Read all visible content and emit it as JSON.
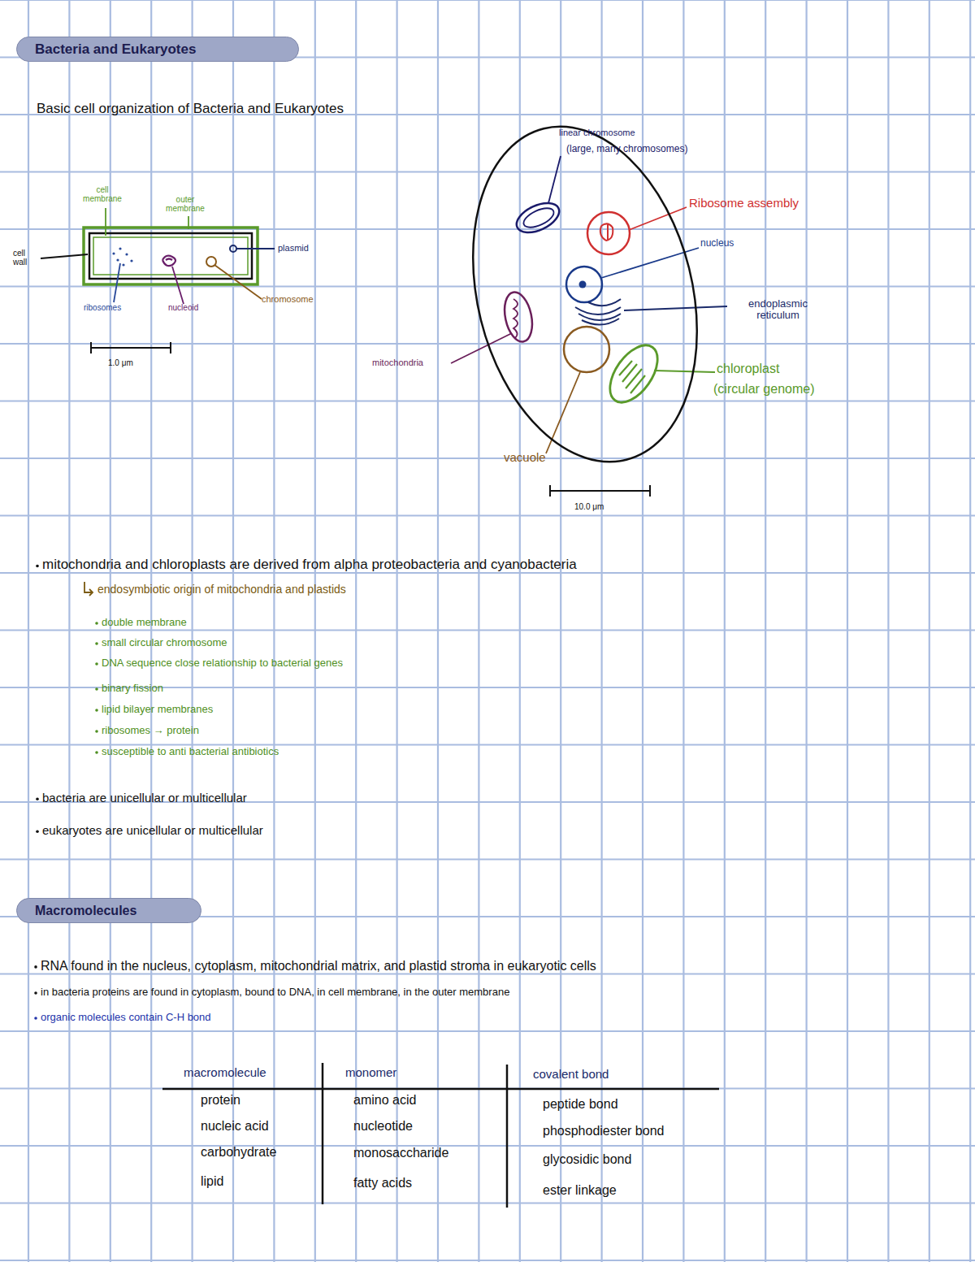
{
  "diagram": {
    "title": "Bacteria and Eukaryotes",
    "nodes": [
      {
        "text": [
          "Bacteria and Eukaryotes"
        ]
      },
      {
        "text": [
          "Macromolecules"
        ]
      }
    ],
    "labels": [
      "Basic cell organization of Bacteria and Eukaryotes",
      "cell membrane",
      "outer membrane",
      "cell wall",
      "plasmid",
      "ribosomes",
      "nucleoid",
      "chromosome",
      "1.0 μm",
      "linear chromosome",
      "(large, many chromosomes)",
      "Ribosome assembly",
      "nucleus",
      "endoplasmic reticulum",
      "mitochondria",
      "chloroplast",
      "(circular genome)",
      "vacuole",
      "10.0 μm",
      "mitochondria and chloroplasts are derived from alpha proteobacteria and cyanobacteria",
      "endosymbiotic origin of mitochondria and plastids",
      "double membrane",
      "small circular chromosome",
      "DNA sequence close relationship to bacterial genes",
      "binary fission",
      "lipid bilayer membranes",
      "ribosomes → protein",
      "susceptible to anti bacterial antibiotics",
      "bacteria are unicellular or multicellular",
      "eukaryotes are unicellular or multicellular",
      "RNA found in the nucleus, cytoplasm, mitochondrial matrix, and plastid stroma in eukaryotic cells",
      "in bacteria proteins are found in cytoplasm, bound to DNA, in cell membrane, in the outer membrane",
      "organic molecules contain C-H bond",
      "macromolecule",
      "monomer",
      "covalent bond",
      "protein",
      "amino acid",
      "peptide bond",
      "nucleic acid",
      "nucleotide",
      "phosphodiester bond",
      "carbohydrate",
      "monosaccharide",
      "glycosidic bond",
      "lipid",
      "fatty acids",
      "ester linkage"
    ]
  }
}
